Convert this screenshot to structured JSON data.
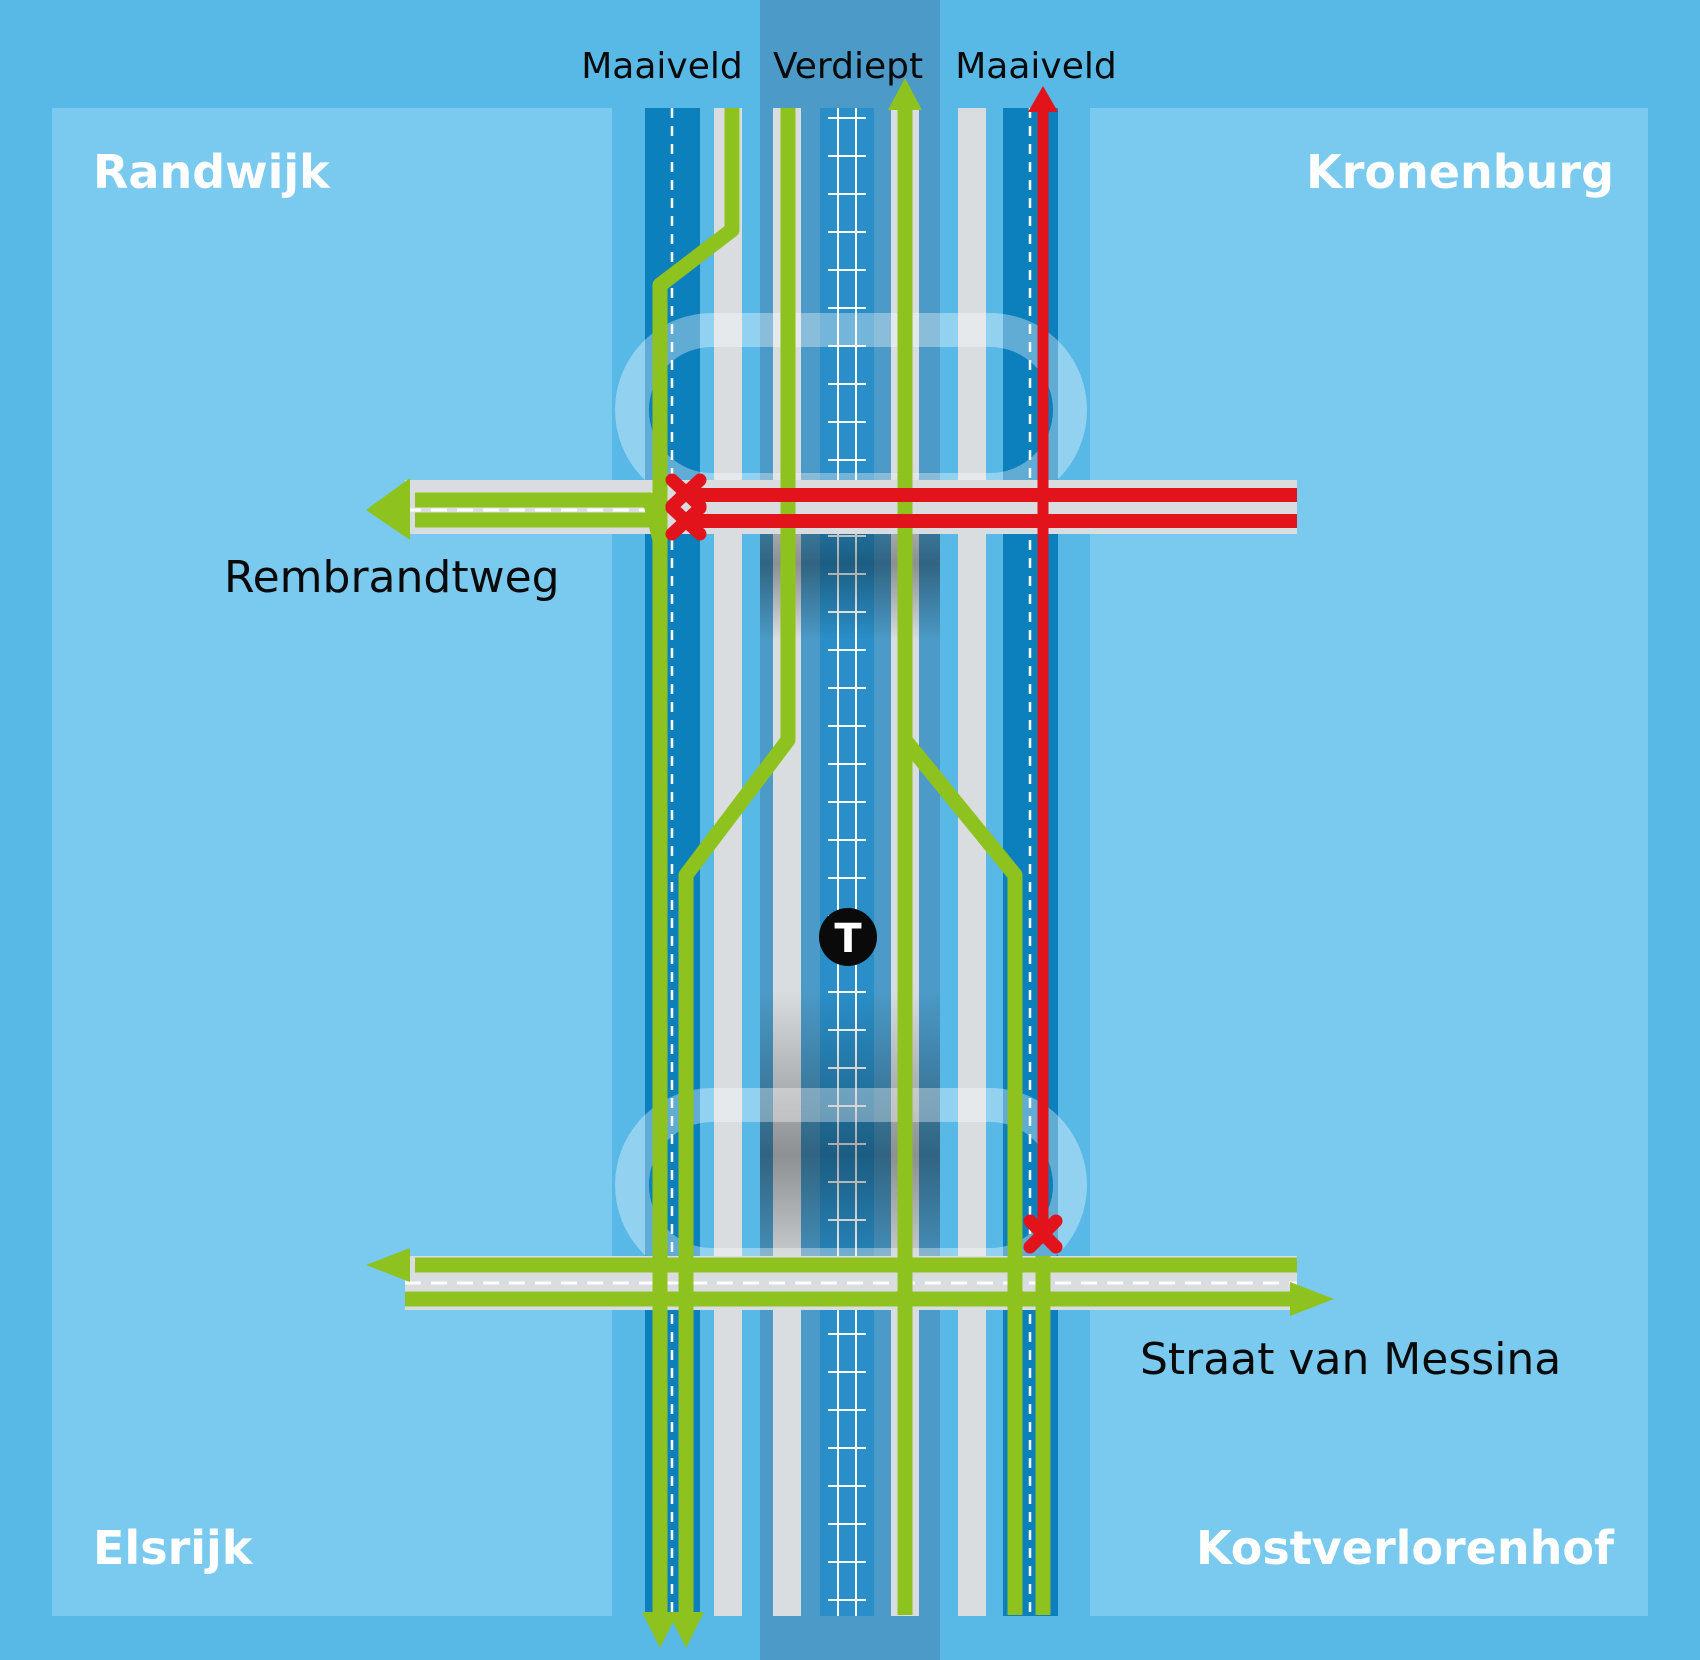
{
  "level_labels": {
    "left": "Maaiveld",
    "center": "Verdiept",
    "right": "Maaiveld"
  },
  "districts": {
    "top_left": "Randwijk",
    "top_right": "Kronenburg",
    "bottom_left": "Elsrijk",
    "bottom_right": "Kostverlorenhof"
  },
  "roads": {
    "north": "Rembrandtweg",
    "south": "Straat van Messina"
  },
  "tram_stop": {
    "symbol": "T",
    "icon": "tram-stop-icon"
  },
  "colors": {
    "background": "#58b8e6",
    "district_panel": "#7ac9ee",
    "deep_channel": "#4b9ac7",
    "lane_blue": "#0b80bd",
    "tram_blue": "#2a8fc8",
    "pavement": "#d9dde0",
    "route_green": "#8ec21f",
    "route_red": "#e3131b"
  }
}
